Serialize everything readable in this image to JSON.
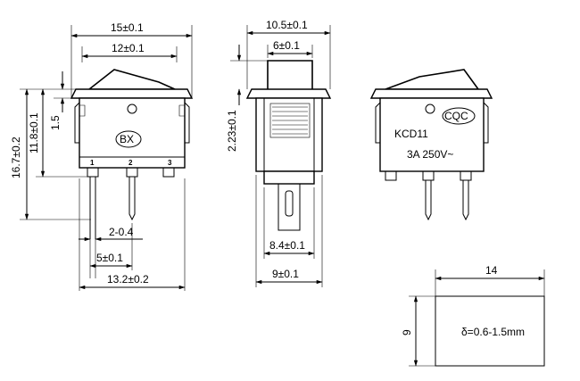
{
  "front_view": {
    "dims": {
      "overall_width": "15±0.1",
      "rocker_width": "12±0.1",
      "overall_height": "16.7±0.2",
      "body_height": "11.8±0.1",
      "flange": "1.5",
      "pin_spacing_small": "2-0.4",
      "pin_pitch": "5±0.1",
      "pin_span": "13.2±0.2"
    },
    "marking": "BX",
    "pin_labels": [
      "1",
      "2",
      "3"
    ]
  },
  "side_view": {
    "dims": {
      "overall_width": "10.5±0.1",
      "rocker_width": "6±0.1",
      "rocker_height": "2.23±0.1",
      "body_width": "8.4±0.1",
      "base_width": "9±0.1"
    }
  },
  "rear_view": {
    "marking": "CQC",
    "model": "KCD11",
    "rating": "3A 250V~"
  },
  "panel_cutout": {
    "width": "14",
    "height": "9",
    "thickness": "δ=0.6-1.5mm"
  }
}
